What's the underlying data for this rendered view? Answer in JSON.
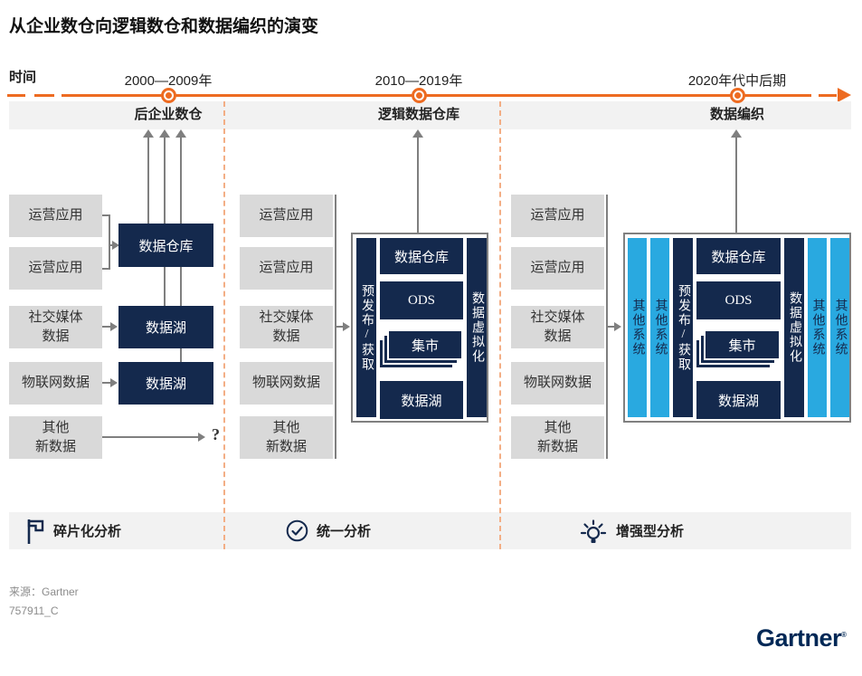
{
  "title": "从企业数仓向逻辑数仓和数据编织的演变",
  "timeline": {
    "label": "时间",
    "periods": [
      {
        "year": "2000—2009年",
        "stage": "后企业数仓"
      },
      {
        "year": "2010—2019年",
        "stage": "逻辑数据仓库"
      },
      {
        "year": "2020年代中后期",
        "stage": "数据编织"
      }
    ]
  },
  "columns": [
    {
      "sources": [
        "运营应用",
        "运营应用",
        "社交媒体\n数据",
        "物联网数据",
        "其他\n新数据"
      ],
      "warehouse": "数据仓库",
      "lake1": "数据湖",
      "lake2": "数据湖",
      "unknown": "?"
    },
    {
      "sources": [
        "运营应用",
        "运营应用",
        "社交媒体\n数据",
        "物联网数据",
        "其他\n新数据"
      ],
      "box": {
        "staging": "预发布/获取",
        "warehouse": "数据仓库",
        "ods": "ODS",
        "mart": "集市",
        "lake": "数据湖",
        "virtualization": "数据虚拟化"
      }
    },
    {
      "sources": [
        "运营应用",
        "运营应用",
        "社交媒体\n数据",
        "物联网数据",
        "其他\n新数据"
      ],
      "box": {
        "others": [
          "其他系统",
          "其他系统",
          "其他系统",
          "其他系统"
        ],
        "staging": "预发布/获取",
        "warehouse": "数据仓库",
        "ods": "ODS",
        "mart": "集市",
        "lake": "数据湖",
        "virtualization": "数据虚拟化"
      }
    }
  ],
  "analytics": {
    "items": [
      {
        "icon": "flag-icon",
        "label": "碎片化分析"
      },
      {
        "icon": "check-circle-icon",
        "label": "统一分析"
      },
      {
        "icon": "lightbulb-icon",
        "label": "增强型分析"
      }
    ]
  },
  "footer": {
    "source": "来源：Gartner",
    "doc_id": "757911_C",
    "logo": "Gartner",
    "logo_reg": "®"
  },
  "colors": {
    "orange": "#ED6B21",
    "navy": "#14294D",
    "light_blue": "#29A9E0",
    "gray_box": "#D9D9D9",
    "band_gray": "#F2F2F2",
    "line_gray": "#7F7F7F",
    "logo_navy": "#002856"
  }
}
